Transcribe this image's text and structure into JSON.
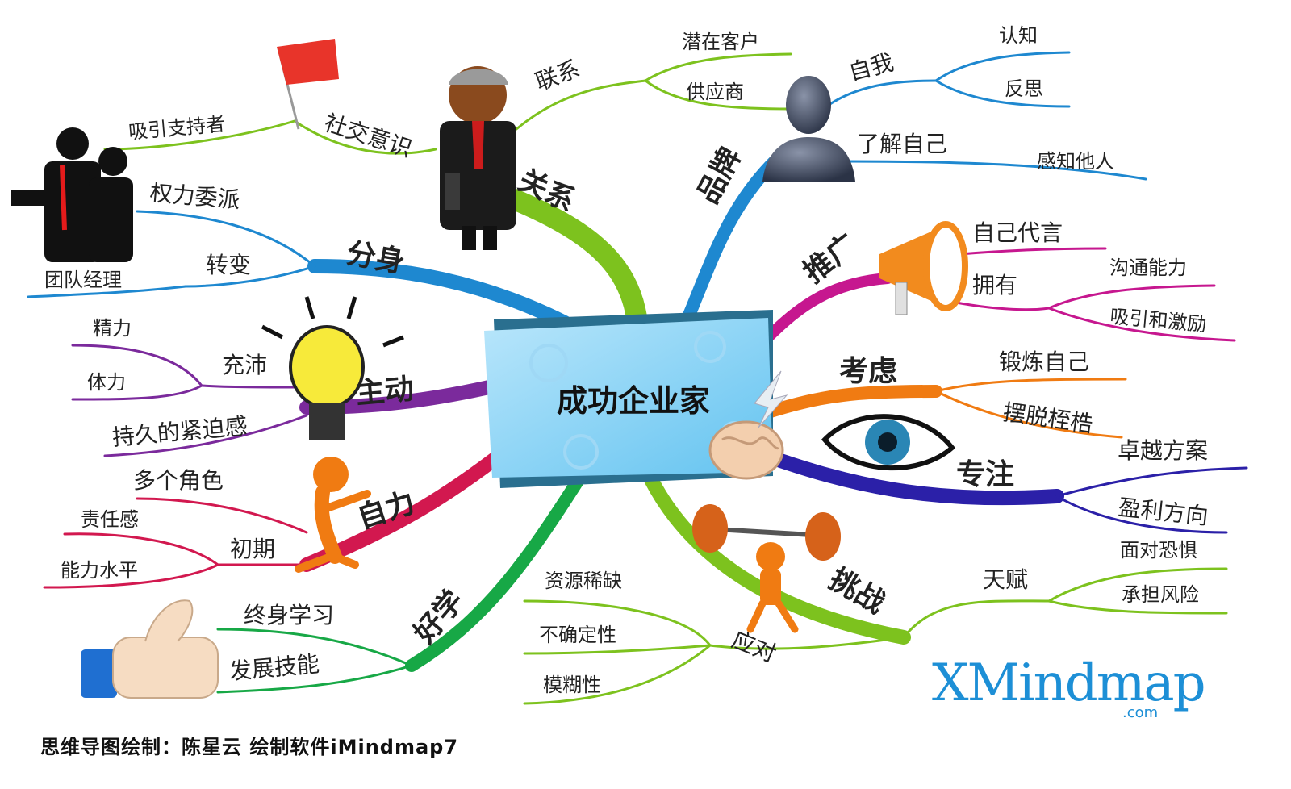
{
  "center_label": "成功企业家",
  "branches": {
    "guanxi": {
      "label": "关系",
      "color": "#7dc21e",
      "lianxi": "联系",
      "qianzai_kehu": "潜在客户",
      "gongyingshang": "供应商",
      "shejiao_yishi": "社交意识",
      "xiyin_zhichizhe": "吸引支持者"
    },
    "pinpai": {
      "label": "品牌",
      "color": "#1e88d0",
      "ziwo": "自我",
      "renzhi": "认知",
      "fansi": "反思",
      "liaojie_ziji": "了解自己",
      "ganzhi_taren": "感知他人"
    },
    "tuiguang": {
      "label": "推广",
      "color": "#c6178f",
      "ziji_daiyan": "自己代言",
      "yongyou": "拥有",
      "goutong_nengli": "沟通能力",
      "xiyin_jili": "吸引和激励"
    },
    "kaolv": {
      "label": "考虑",
      "color": "#f07b12",
      "duanlian_ziji": "锻炼自己",
      "baituo_zhigu": "摆脱桎梏"
    },
    "zhuanzhu": {
      "label": "专注",
      "color": "#2b20a8",
      "zhuoyue_fangan": "卓越方案",
      "yingli_fangxiang": "盈利方向"
    },
    "tiaozhan": {
      "label": "挑战",
      "color": "#7dc21e",
      "tianfu": "天赋",
      "mianduikongju": "面对恐惧",
      "chengdan_fengxian": "承担风险",
      "yingdui": "应对",
      "ziyuan_xique": "资源稀缺",
      "buquedingxing": "不确定性",
      "mohuxing": "模糊性"
    },
    "haoxue": {
      "label": "好学",
      "color": "#17a846",
      "zhongshen_xuexi": "终身学习",
      "fazhan_jineng": "发展技能"
    },
    "zili": {
      "label": "自力",
      "color": "#d2184f",
      "duoge_juese": "多个角色",
      "chuqi": "初期",
      "zerengan": "责任感",
      "nengli_shuiping": "能力水平"
    },
    "zhudong": {
      "label": "主动",
      "color": "#7b2a9c",
      "chongpei": "充沛",
      "jingli": "精力",
      "tili": "体力",
      "chijiu_jinpogan": "持久的紧迫感"
    },
    "fenshen": {
      "label": "分身",
      "color": "#1e88d0",
      "quanli_weipai": "权力委派",
      "zhuanbian": "转变",
      "tuandui_jingli": "团队经理"
    }
  },
  "footer": "思维导图绘制：陈星云   绘制软件iMindmap7",
  "logo": {
    "main": "XMindmap",
    "sub": ".com"
  }
}
